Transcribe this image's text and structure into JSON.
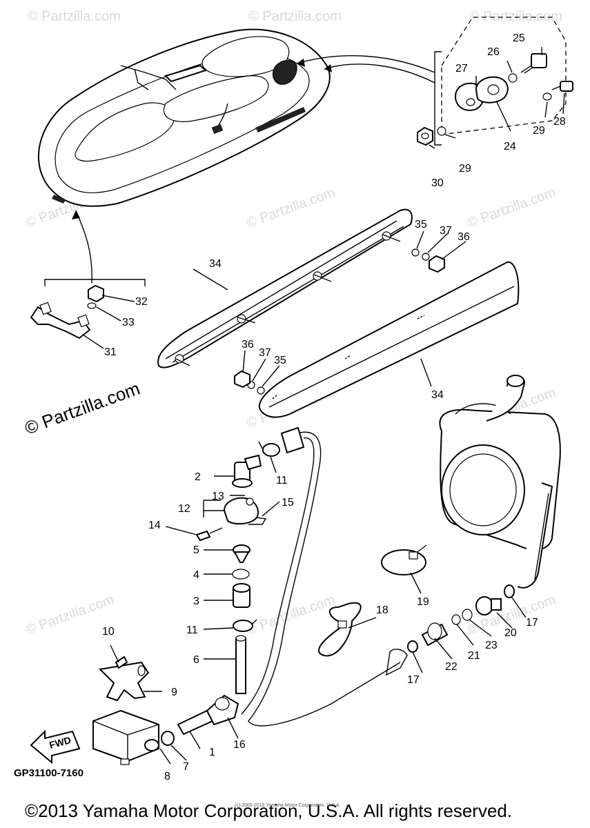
{
  "watermark": {
    "text": "© Partzilla.com",
    "main_text": "© Partzilla.com"
  },
  "diagram_code": "GP31100-7160",
  "fwd_label": "FWD",
  "copyright": "©2013 Yamaha Motor Corporation, U.S.A. All rights reserved.",
  "small_credit": "(c) 2005-2016 Yamaha Motor Corporation, U.S.A.",
  "callouts": {
    "c1": "1",
    "c2": "2",
    "c3": "3",
    "c4": "4",
    "c5": "5",
    "c6": "6",
    "c7": "7",
    "c8": "8",
    "c9": "9",
    "c10": "10",
    "c11a": "11",
    "c11b": "11",
    "c12": "12",
    "c13": "13",
    "c14": "14",
    "c15": "15",
    "c16": "16",
    "c17a": "17",
    "c17b": "17",
    "c18": "18",
    "c19": "19",
    "c20": "20",
    "c21": "21",
    "c22": "22",
    "c23": "23",
    "c24": "24",
    "c25": "25",
    "c26": "26",
    "c27": "27",
    "c28": "28",
    "c29a": "29",
    "c29b": "29",
    "c30": "30",
    "c31": "31",
    "c32": "32",
    "c33": "33",
    "c34a": "34",
    "c34b": "34",
    "c35a": "35",
    "c35b": "35",
    "c36a": "36",
    "c36b": "36",
    "c37a": "37",
    "c37b": "37"
  }
}
